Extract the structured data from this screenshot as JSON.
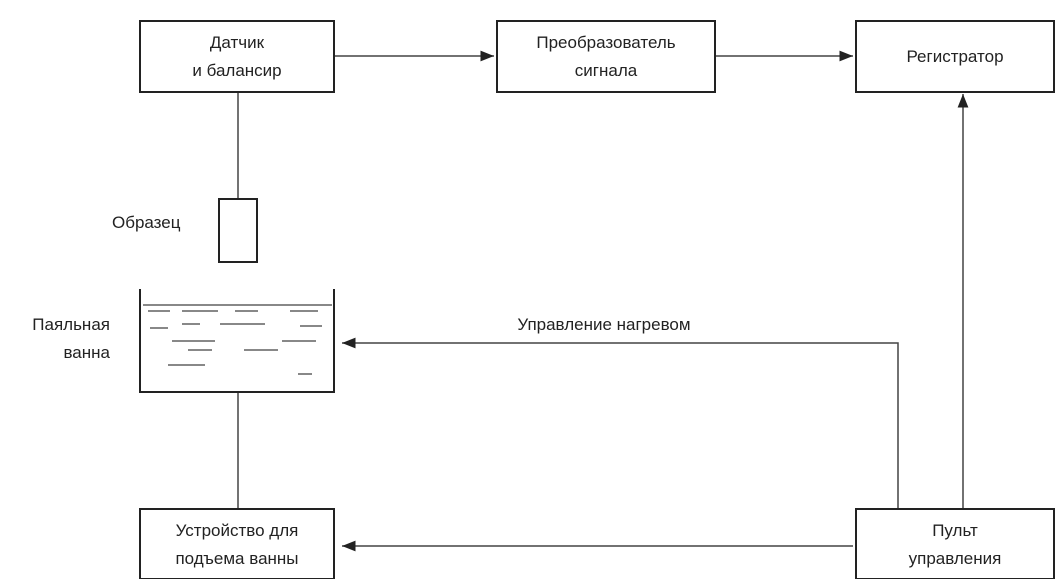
{
  "blocks": {
    "sensor": [
      "Датчик",
      "и балансир"
    ],
    "converter": [
      "Преобразователь",
      "сигнала"
    ],
    "recorder": [
      "Регистратор"
    ],
    "lift": [
      "Устройство для",
      "подъема ванны"
    ],
    "control": [
      "Пульт",
      "управления"
    ]
  },
  "labels": {
    "sample": "Образец",
    "bath": [
      "Паяльная",
      "ванна"
    ],
    "heating_control": "Управление нагревом"
  },
  "colors": {
    "stroke": "#222222",
    "line": "#444444",
    "liquid": "#888888"
  }
}
